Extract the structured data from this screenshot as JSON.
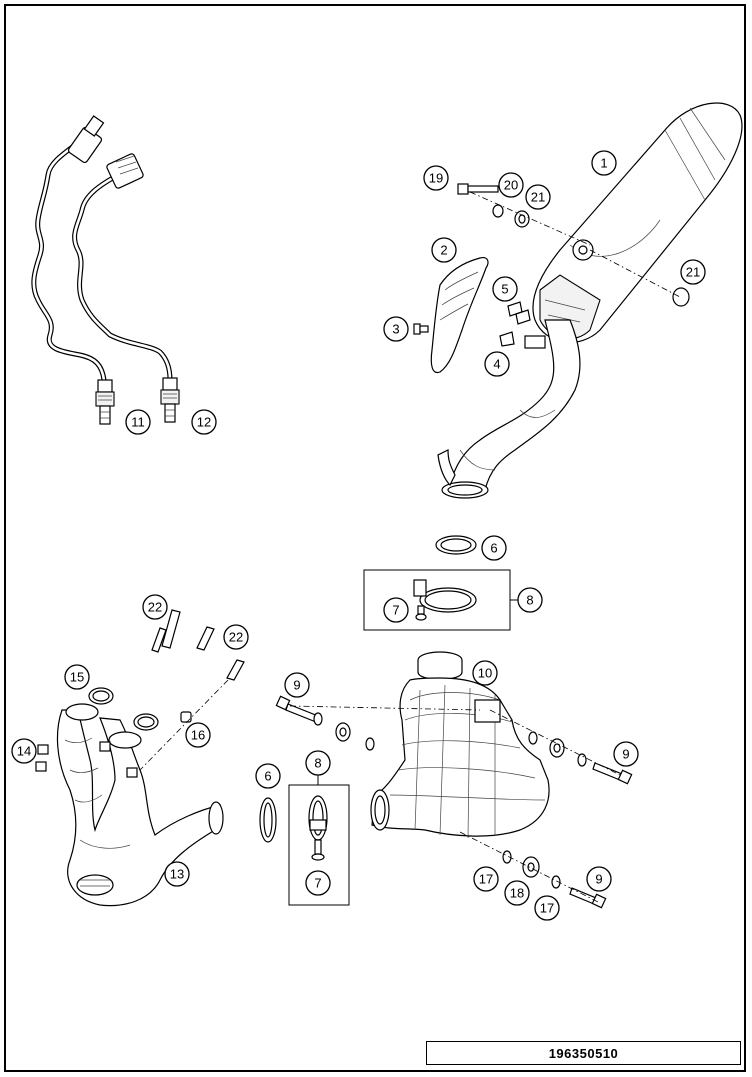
{
  "document_number": "196350510",
  "callouts": {
    "c1": "1",
    "c2": "2",
    "c3": "3",
    "c4": "4",
    "c5": "5",
    "c6a": "6",
    "c6b": "6",
    "c7a": "7",
    "c7b": "7",
    "c8a": "8",
    "c8b": "8",
    "c9a": "9",
    "c9b": "9",
    "c9c": "9",
    "c10": "10",
    "c11": "11",
    "c12": "12",
    "c13": "13",
    "c14": "14",
    "c15": "15",
    "c16": "16",
    "c17a": "17",
    "c17b": "17",
    "c18": "18",
    "c19": "19",
    "c20": "20",
    "c21a": "21",
    "c21b": "21",
    "c22a": "22",
    "c22b": "22"
  },
  "icons": {
    "exhaust_silencer": "silencer-drawing",
    "heat_shield": "heat-shield-drawing",
    "lambda_sensor": "oxygen-sensor-drawing",
    "manifold": "exhaust-manifold-drawing",
    "pre_silencer": "pre-silencer-drawing",
    "clamp": "clamp-drawing"
  },
  "colors": {
    "line": "#000000",
    "background": "#ffffff"
  }
}
